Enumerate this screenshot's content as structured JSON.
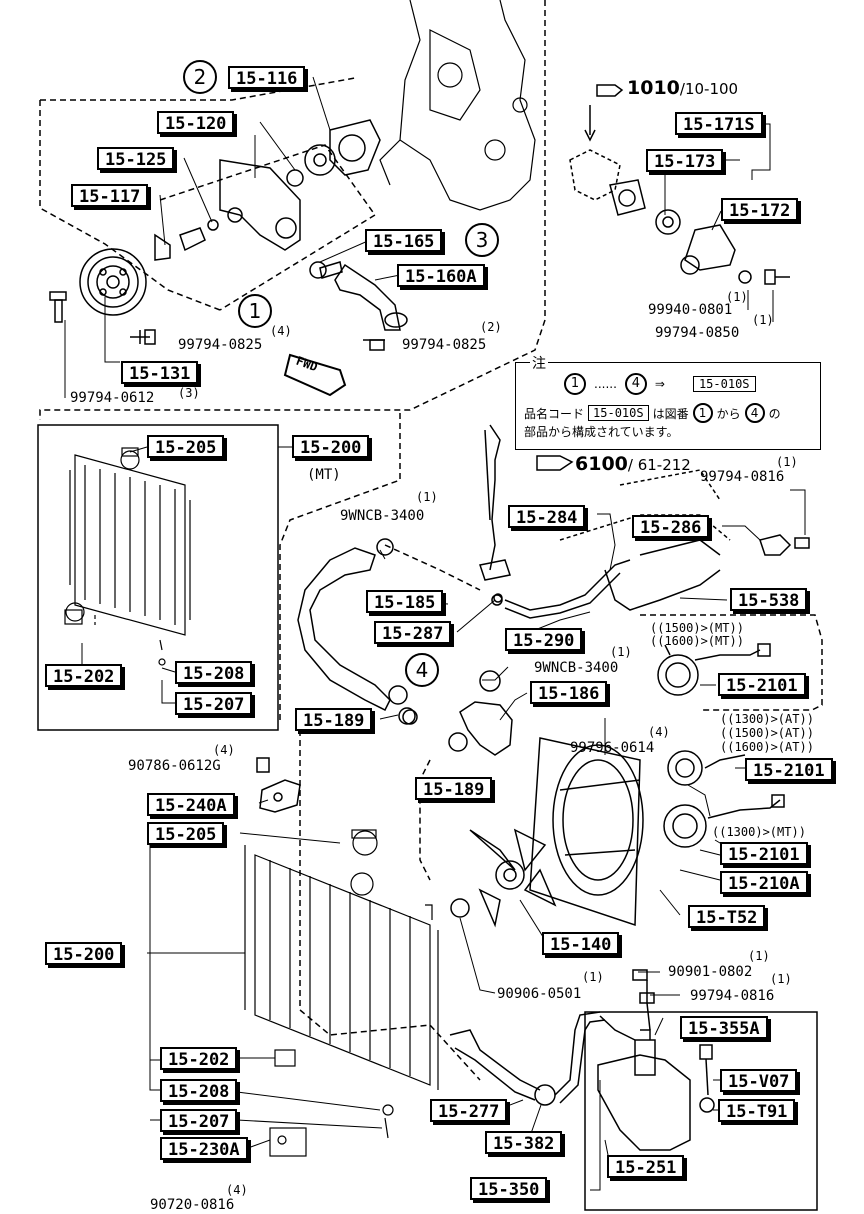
{
  "labels": {
    "p15_116": "15-116",
    "p15_120": "15-120",
    "p15_125": "15-125",
    "p15_117": "15-117",
    "p15_165": "15-165",
    "p15_160a": "15-160A",
    "p15_131": "15-131",
    "p15_171s": "15-171S",
    "p15_173": "15-173",
    "p15_172": "15-172",
    "p15_205a": "15-205",
    "p15_200a": "15-200",
    "p15_202a": "15-202",
    "p15_208a": "15-208",
    "p15_207a": "15-207",
    "p15_284": "15-284",
    "p15_286": "15-286",
    "p15_538": "15-538",
    "p15_185": "15-185",
    "p15_287": "15-287",
    "p15_290": "15-290",
    "p15_186": "15-186",
    "p15_2101a": "15-2101",
    "p15_189a": "15-189",
    "p15_189b": "15-189",
    "p15_2101b": "15-2101",
    "p15_240a": "15-240A",
    "p15_205b": "15-205",
    "p15_2101c": "15-2101",
    "p15_210a": "15-210A",
    "p15_t52": "15-T52",
    "p15_200b": "15-200",
    "p15_140": "15-140",
    "p15_355a": "15-355A",
    "p15_202b": "15-202",
    "p15_v07": "15-V07",
    "p15_208b": "15-208",
    "p15_277": "15-277",
    "p15_t91": "15-T91",
    "p15_207b": "15-207",
    "p15_382": "15-382",
    "p15_230a": "15-230A",
    "p15_251": "15-251",
    "p15_350": "15-350"
  },
  "circles": {
    "c2": "2",
    "c3": "3",
    "c1": "1",
    "c4": "4"
  },
  "part_numbers": {
    "n1": "99794-0825",
    "n2": "99794-0825",
    "n3": "99794-0612",
    "n4": "99940-0801",
    "n5": "99794-0850",
    "n6": "99794-0816",
    "n7": "9WNCB-3400",
    "n8": "9WNCB-3400",
    "n9": "99796-0614",
    "n10": "90786-0612G",
    "n11": "90901-0802",
    "n12": "99794-0816",
    "n13": "90906-0501",
    "n14": "90720-0816"
  },
  "quantities": {
    "q1": "(4)",
    "q2": "(2)",
    "q3": "(3)",
    "q4": "(1)",
    "q5": "(1)",
    "q6": "(1)",
    "q7": "(1)",
    "q8": "(1)",
    "q9": "(4)",
    "q10": "(4)",
    "q11": "(1)",
    "q12": "(1)",
    "q13": "(1)",
    "q14": "(4)"
  },
  "variants": {
    "mt": "(MT)",
    "v1": "((1500)>(MT))",
    "v2": "((1600)>(MT))",
    "v3": "((1300)>(AT))",
    "v4": "((1500)>(AT))",
    "v5": "((1600)>(AT))",
    "v6": "((1300)>(MT))"
  },
  "refs": {
    "r1_main": "1010",
    "r1_sub": "/10-100",
    "r2_main": "6100",
    "r2_sub": "/ 61-212"
  },
  "fwd": "FWD",
  "note": {
    "title": "注",
    "range_from": "1",
    "dots": "......",
    "range_to": "4",
    "arrow": "⇒",
    "code": "15-010S",
    "line2_pre": "品名コード",
    "line2_code": "15-010S",
    "line2_mid": "は図番",
    "line2_c1": "1",
    "line2_kara": "から",
    "line2_c4": "4",
    "line2_no": "の",
    "line3": "部品から構成されています。"
  }
}
